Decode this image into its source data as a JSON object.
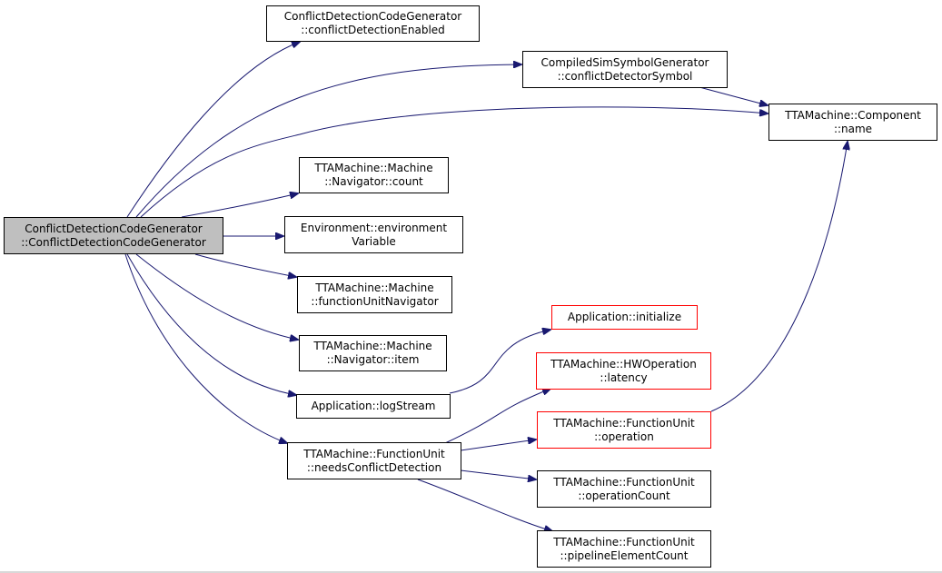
{
  "colors": {
    "edge": "#191970",
    "root_fill": "#bfbfbf",
    "red_border": "#ff0000"
  },
  "nodes": {
    "root": [
      "ConflictDetectionCodeGenerator",
      "::ConflictDetectionCodeGenerator"
    ],
    "cdEnabled": [
      "ConflictDetectionCodeGenerator",
      "::conflictDetectionEnabled"
    ],
    "cdSymbol": [
      "CompiledSimSymbolGenerator",
      "::conflictDetectorSymbol"
    ],
    "compName": [
      "TTAMachine::Component",
      "::name"
    ],
    "navCount": [
      "TTAMachine::Machine",
      "::Navigator::count"
    ],
    "envVar": [
      "Environment::environment",
      "Variable"
    ],
    "fuNav": [
      "TTAMachine::Machine",
      "::functionUnitNavigator"
    ],
    "navItem": [
      "TTAMachine::Machine",
      "::Navigator::item"
    ],
    "logStream": [
      "Application::logStream"
    ],
    "needsCD": [
      "TTAMachine::FunctionUnit",
      "::needsConflictDetection"
    ],
    "appInit": [
      "Application::initialize"
    ],
    "hwLatency": [
      "TTAMachine::HWOperation",
      "::latency"
    ],
    "fuOperation": [
      "TTAMachine::FunctionUnit",
      "::operation"
    ],
    "fuOpCount": [
      "TTAMachine::FunctionUnit",
      "::operationCount"
    ],
    "fuPipeCount": [
      "TTAMachine::FunctionUnit",
      "::pipelineElementCount"
    ]
  }
}
